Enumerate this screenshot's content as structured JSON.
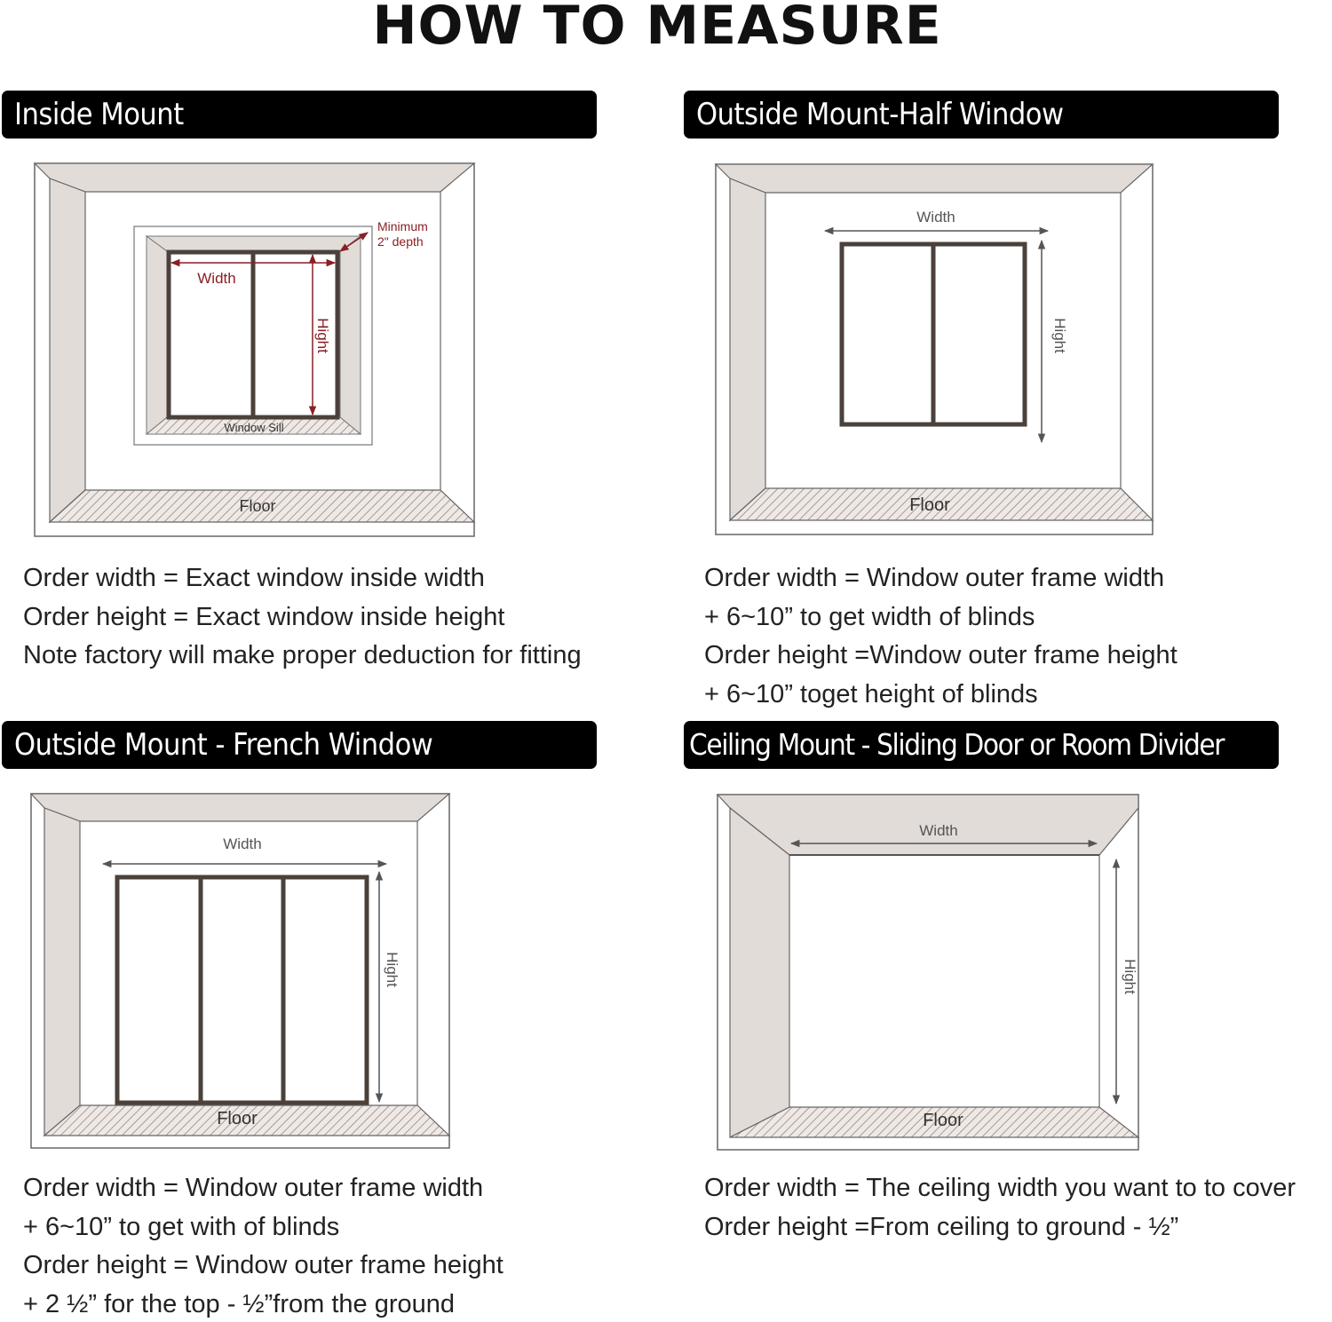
{
  "title": "HOW TO MEASURE",
  "sections": [
    {
      "heading": "Inside Mount",
      "labels": {
        "min_depth_line1": "Minimum",
        "min_depth_line2": "2\" depth",
        "width": "Width",
        "height": "Hight",
        "sill": "Window Sill",
        "floor": "Floor"
      },
      "lines": [
        "Order width = Exact window inside width",
        "Order height = Exact window inside height",
        "Note factory will make proper deduction for fitting"
      ]
    },
    {
      "heading": "Outside Mount-Half Window",
      "labels": {
        "width": "Width",
        "height": "Hight",
        "floor": "Floor"
      },
      "lines": [
        "Order width = Window outer frame width",
        "+ 6~10” to get width of  blinds",
        "Order height =Window outer frame height",
        "+ 6~10” toget height of blinds"
      ]
    },
    {
      "heading": "Outside Mount - French Window",
      "labels": {
        "width": "Width",
        "height": "Hight",
        "floor": "Floor"
      },
      "lines": [
        "Order width = Window  outer frame width",
        "+ 6~10” to get with of blinds",
        "Order height = Window outer frame height",
        "+ 2 ½” for the top -  ½”from the ground"
      ]
    },
    {
      "heading": "Ceiling Mount - Sliding Door or Room Divider",
      "labels": {
        "width": "Width",
        "height": "Hight",
        "floor": "Floor"
      },
      "lines": [
        "Order width = The ceiling width you want to to cover",
        "Order height =From ceiling to ground - ½”"
      ]
    }
  ],
  "colors": {
    "wall_gray": "#e2dcd9",
    "outline": "#555555",
    "frame_brown": "#4b403a",
    "dimension_red": "#8a1f24",
    "dimension_gray": "#555555",
    "floor_hatch": "#a89a95"
  }
}
